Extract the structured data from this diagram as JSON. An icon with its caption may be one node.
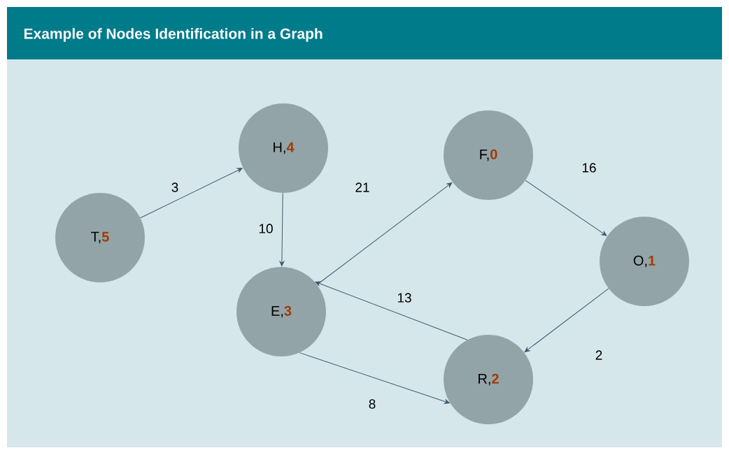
{
  "diagram": {
    "title": "Example of Nodes Identification in a Graph",
    "nodes": [
      {
        "text": [
          "T,",
          "5"
        ]
      },
      {
        "text": [
          "H,",
          "4"
        ]
      },
      {
        "text": [
          "F,",
          "0"
        ]
      },
      {
        "text": [
          "O,",
          "1"
        ]
      },
      {
        "text": [
          "E,",
          "3"
        ]
      },
      {
        "text": [
          "R,",
          "2"
        ]
      }
    ],
    "edges": [
      {
        "from": 0,
        "to": 1,
        "arrow": "to",
        "label": "3"
      },
      {
        "from": 1,
        "to": 4,
        "arrow": "to",
        "label": "10"
      },
      {
        "from": 4,
        "to": 2,
        "arrow": "to",
        "label": "21"
      },
      {
        "from": 2,
        "to": 3,
        "arrow": "to",
        "label": "16"
      },
      {
        "from": 3,
        "to": 5,
        "arrow": "to",
        "label": "2"
      },
      {
        "from": 5,
        "to": 4,
        "arrow": "to",
        "label": "13"
      },
      {
        "from": 4,
        "to": 5,
        "arrow": "to",
        "label": "8"
      }
    ]
  }
}
